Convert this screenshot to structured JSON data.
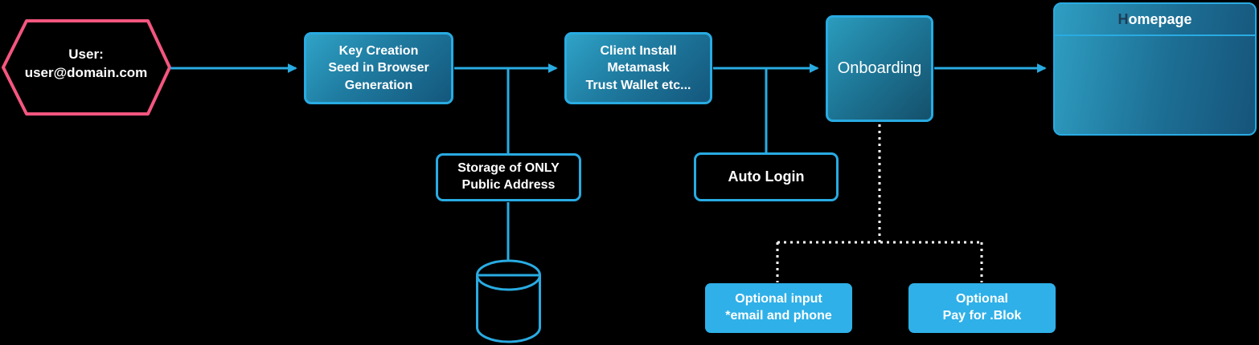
{
  "diagram": {
    "title_hint": "User onboarding flow diagram",
    "colors": {
      "background": "#000000",
      "connector_blue": "#29abe2",
      "hexagon_pink": "#f4567f",
      "gradient_box_start": "#2fa3c7",
      "gradient_box_end": "#14577c",
      "solid_box_blue": "#2fb0e8",
      "dotted_line": "#ffffff",
      "text": "#ffffff",
      "homepage_first_letter": "#1e3d56"
    },
    "nodes": {
      "user": {
        "line1": "User:",
        "line2": "user@domain.com",
        "shape": "hexagon"
      },
      "key_creation": {
        "line1": "Key Creation",
        "line2": "Seed in Browser",
        "line3": "Generation",
        "shape": "gradient-box"
      },
      "client_install": {
        "line1": "Client Install",
        "line2": "Metamask",
        "line3": "Trust Wallet etc...",
        "shape": "gradient-box"
      },
      "onboarding": {
        "label": "Onboarding",
        "shape": "gradient-box"
      },
      "homepage": {
        "title": "Homepage",
        "shape": "window-box"
      },
      "storage": {
        "line1": "Storage of ONLY",
        "line2": "Public Address",
        "shape": "outline-box"
      },
      "database": {
        "icon": "database-cylinder"
      },
      "auto_login": {
        "label": "Auto Login",
        "shape": "outline-box"
      },
      "optional_input": {
        "line1": "Optional input",
        "line2": "*email and phone",
        "shape": "solid-box"
      },
      "optional_pay": {
        "line1": "Optional",
        "line2": "Pay for .Blok",
        "shape": "solid-box"
      }
    },
    "edges": [
      {
        "from": "user",
        "to": "key_creation",
        "style": "solid-arrow"
      },
      {
        "from": "key_creation",
        "to": "client_install",
        "style": "solid-arrow"
      },
      {
        "from": "key_creation",
        "to": "storage",
        "style": "solid-line"
      },
      {
        "from": "storage",
        "to": "database",
        "style": "solid-line"
      },
      {
        "from": "client_install",
        "to": "onboarding",
        "style": "solid-arrow"
      },
      {
        "from": "client_install",
        "to": "auto_login",
        "style": "solid-line"
      },
      {
        "from": "onboarding",
        "to": "homepage",
        "style": "solid-arrow"
      },
      {
        "from": "onboarding",
        "to": "optional_input",
        "style": "dotted-line"
      },
      {
        "from": "onboarding",
        "to": "optional_pay",
        "style": "dotted-line"
      }
    ]
  }
}
